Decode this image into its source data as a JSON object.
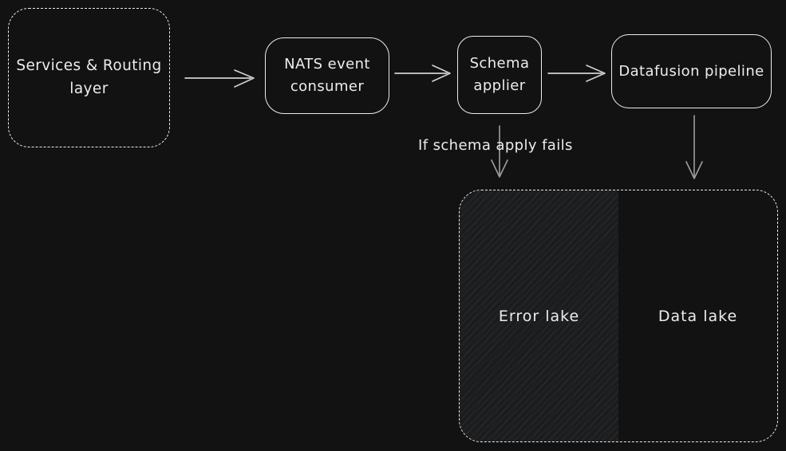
{
  "colors": {
    "bg": "#121212",
    "stroke": "#ececec",
    "arrow": "#d0d0d0",
    "arrow-dim": "#9f9f9f",
    "hatch-bg": "#1b1c1e"
  },
  "diagram": {
    "nodes": [
      {
        "id": "services-routing-layer",
        "label": "Services & Routing layer"
      },
      {
        "id": "nats-event-consumer",
        "label": "NATS event consumer"
      },
      {
        "id": "schema-applier",
        "label": "Schema applier"
      },
      {
        "id": "datafusion-pipeline",
        "label": "Datafusion pipeline"
      },
      {
        "id": "error-lake",
        "label": "Error lake"
      },
      {
        "id": "data-lake",
        "label": "Data lake"
      }
    ],
    "annotation": {
      "label": "If schema apply fails"
    }
  }
}
